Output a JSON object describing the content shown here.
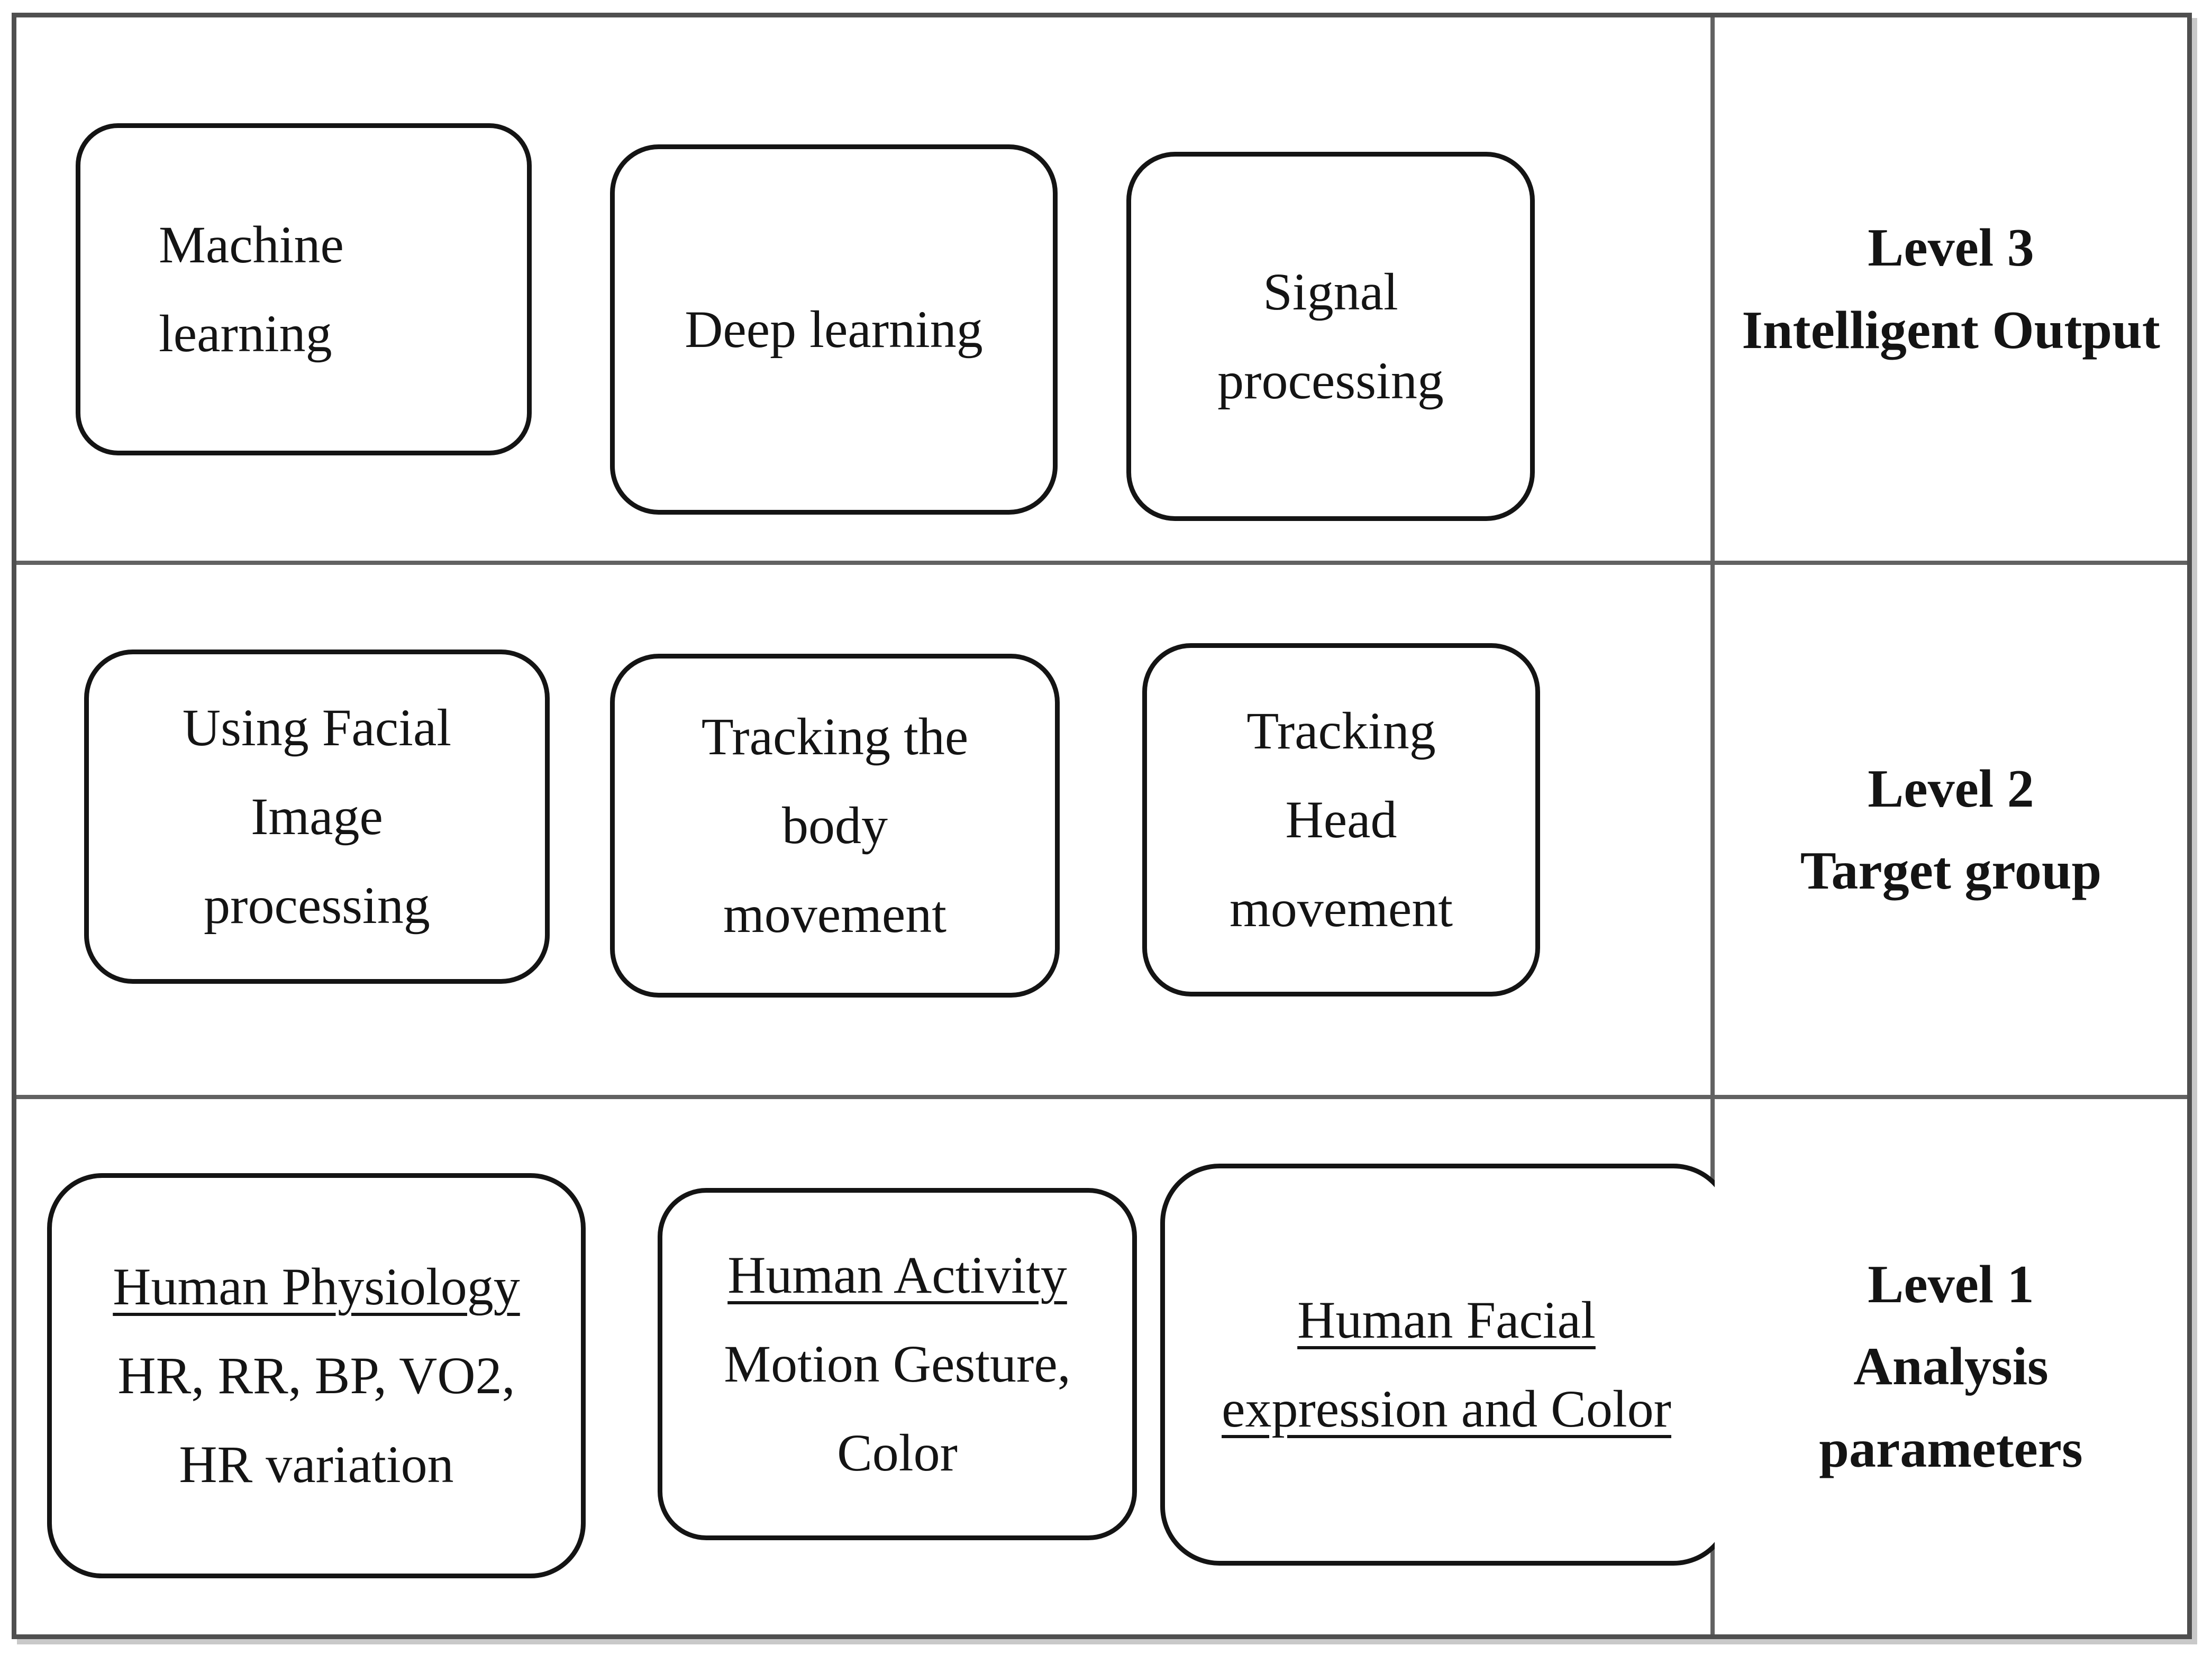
{
  "figure": {
    "type": "level-diagram",
    "rows": [
      {
        "label_name": "level-3",
        "label_lines": [
          {
            "text": "Level 3"
          },
          {
            "text": "Intelligent Output"
          }
        ],
        "boxes": [
          {
            "name": "machine-learning",
            "lines": [
              {
                "text": "Machine"
              },
              {
                "text": "learning"
              }
            ]
          },
          {
            "name": "deep-learning",
            "lines": [
              {
                "text": "Deep learning"
              }
            ]
          },
          {
            "name": "signal-processing",
            "lines": [
              {
                "text": "Signal"
              },
              {
                "text": "processing"
              }
            ]
          }
        ]
      },
      {
        "label_name": "level-2",
        "label_lines": [
          {
            "text": "Level 2"
          },
          {
            "text": "Target group"
          }
        ],
        "boxes": [
          {
            "name": "using-facial-image-processing",
            "lines": [
              {
                "text": "Using Facial"
              },
              {
                "text": "Image"
              },
              {
                "text": "processing"
              }
            ]
          },
          {
            "name": "tracking-the-body-movement",
            "lines": [
              {
                "text": "Tracking the"
              },
              {
                "text": "body"
              },
              {
                "text": "movement"
              }
            ]
          },
          {
            "name": "tracking-head-movement",
            "lines": [
              {
                "text": "Tracking"
              },
              {
                "text": "Head"
              },
              {
                "text": "movement"
              }
            ]
          }
        ]
      },
      {
        "label_name": "level-1",
        "label_lines": [
          {
            "text": "Level 1"
          },
          {
            "text": "Analysis"
          },
          {
            "text": "parameters"
          }
        ],
        "boxes": [
          {
            "name": "human-physiology",
            "lines": [
              {
                "text": "Human Physiology",
                "u": true
              },
              {
                "text": "HR, RR, BP, VO2,"
              },
              {
                "text": "HR variation"
              }
            ]
          },
          {
            "name": "human-activity",
            "lines": [
              {
                "text": "Human Activity",
                "u": true
              },
              {
                "text": "Motion Gesture,"
              },
              {
                "text": "Color"
              }
            ]
          },
          {
            "name": "human-facial-expression",
            "lines": [
              {
                "text": "Human Facial",
                "u": true
              },
              {
                "text": "expression and Color",
                "u": true
              }
            ]
          }
        ]
      }
    ],
    "colors": {
      "grid_border": "#626262",
      "outer_border": "#4f4f4f",
      "box_border": "#141414",
      "text": "#141414",
      "background": "#ffffff"
    }
  }
}
